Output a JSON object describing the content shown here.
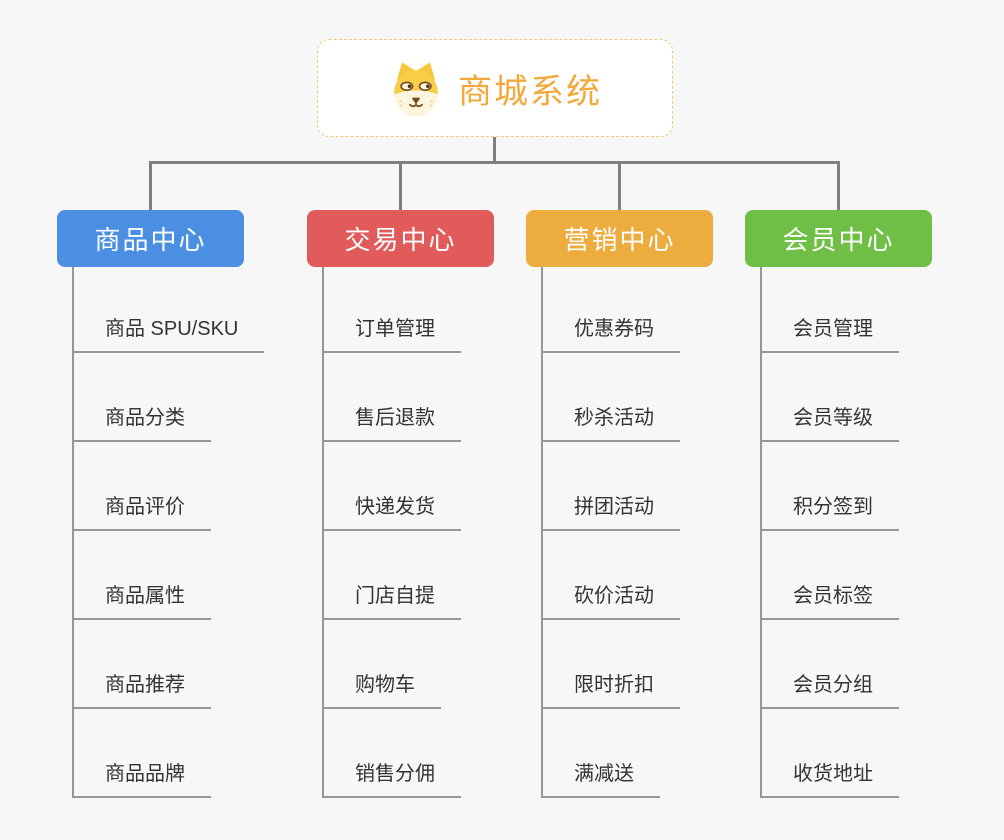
{
  "root": {
    "title": "商城系统",
    "icon": "dog-face-icon"
  },
  "branches": [
    {
      "label": "商品中心",
      "color": "#4a8fe2",
      "items": [
        "商品 SPU/SKU",
        "商品分类",
        "商品评价",
        "商品属性",
        "商品推荐",
        "商品品牌"
      ]
    },
    {
      "label": "交易中心",
      "color": "#e25b5b",
      "items": [
        "订单管理",
        "售后退款",
        "快递发货",
        "门店自提",
        "购物车",
        "销售分佣"
      ]
    },
    {
      "label": "营销中心",
      "color": "#edac3e",
      "items": [
        "优惠券码",
        "秒杀活动",
        "拼团活动",
        "砍价活动",
        "限时折扣",
        "满减送"
      ]
    },
    {
      "label": "会员中心",
      "color": "#6fbe45",
      "items": [
        "会员管理",
        "会员等级",
        "积分签到",
        "会员标签",
        "会员分组",
        "收货地址"
      ]
    }
  ],
  "colors": {
    "background": "#f7f7f7",
    "connector": "#7f7f7f",
    "branch_line": "#979797",
    "leaf_text": "#333333",
    "root_text": "#f2a93b",
    "root_border": "#f3c57c"
  }
}
